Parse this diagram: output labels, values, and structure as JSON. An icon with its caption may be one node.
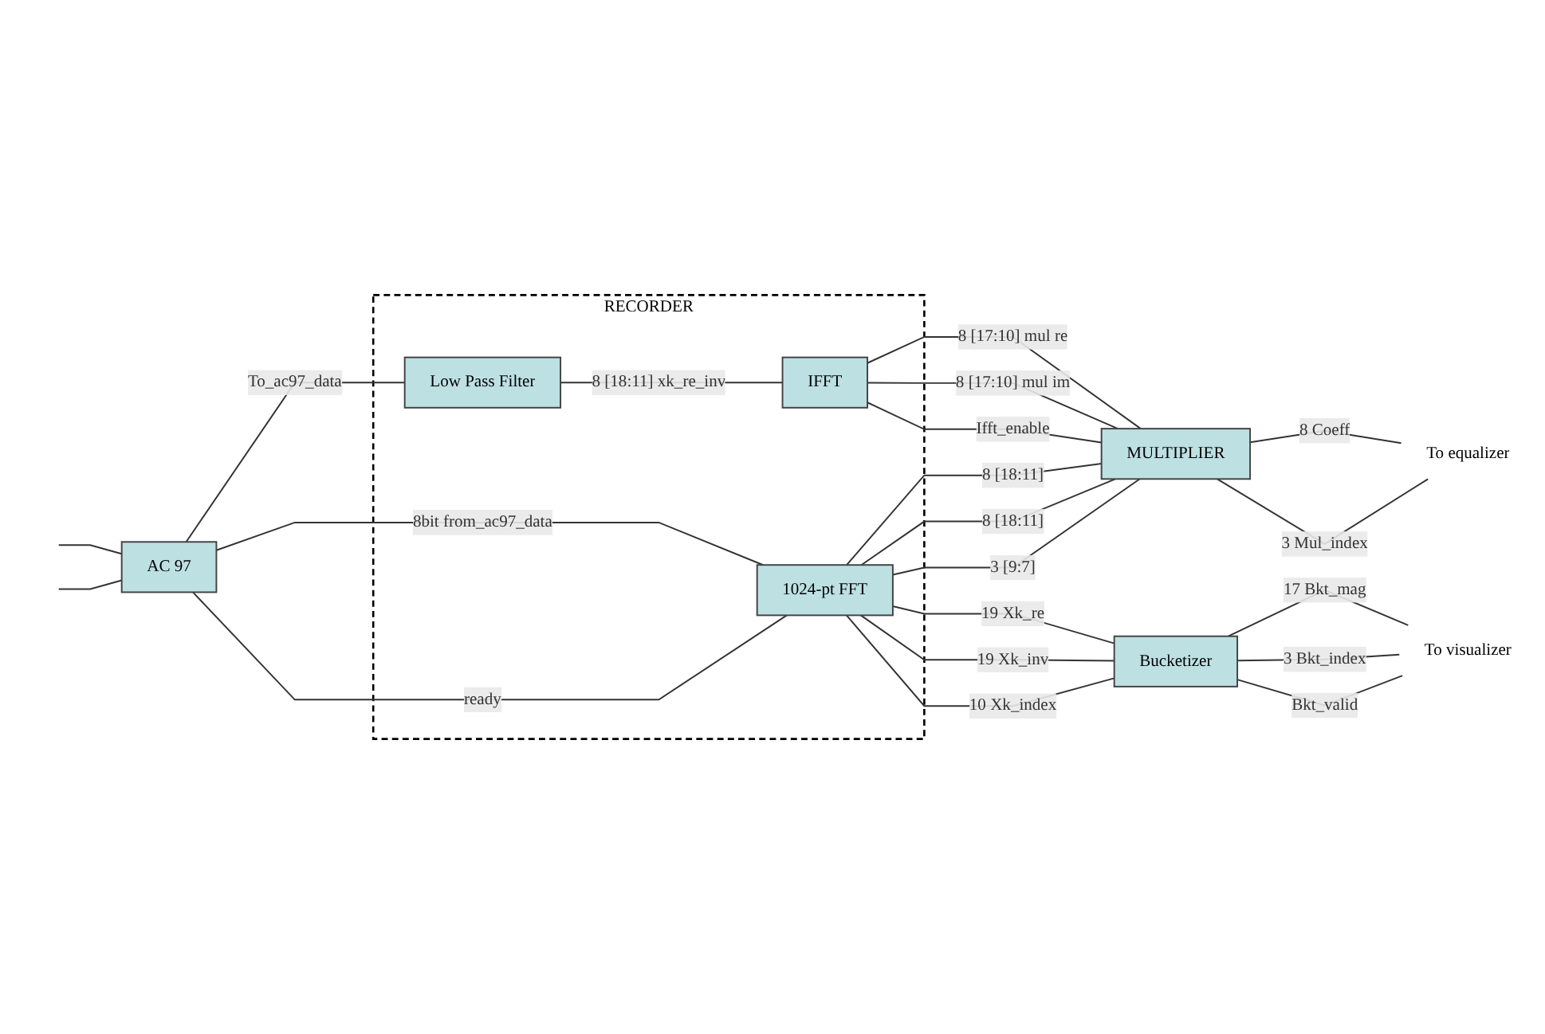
{
  "diagram": {
    "nodes": [
      {
        "text": [
          "RECORDER"
        ]
      },
      {
        "text": [
          "Low Pass Filter"
        ],
        "in": 0
      },
      {
        "text": [
          "IFFT"
        ],
        "in": 0
      },
      {
        "text": [
          "1024-pt FFT"
        ],
        "in": 0
      },
      {
        "text": [
          "AC 97"
        ]
      },
      {
        "text": [
          "MULTIPLIER"
        ]
      },
      {
        "text": [
          "Bucketizer"
        ]
      },
      {
        "text": [
          "To equalizer"
        ]
      },
      {
        "text": [
          "To visualizer"
        ]
      }
    ],
    "edges": [
      {
        "from": null,
        "to": 4,
        "arrow": "none"
      },
      {
        "from": null,
        "to": 4,
        "arrow": "none"
      },
      {
        "from": 4,
        "to": 1,
        "label": "To_ac97_data",
        "arrow": "none"
      },
      {
        "from": 1,
        "to": 2,
        "label": "8 [18:11] xk_re_inv",
        "arrow": "none"
      },
      {
        "from": 2,
        "to": 5,
        "label": "8 [17:10] mul re",
        "arrow": "none"
      },
      {
        "from": 2,
        "to": 5,
        "label": "8 [17:10] mul im",
        "arrow": "none"
      },
      {
        "from": 2,
        "to": 5,
        "label": "Ifft_enable",
        "arrow": "none"
      },
      {
        "from": 4,
        "to": 3,
        "label": "8bit from_ac97_data",
        "arrow": "none"
      },
      {
        "from": 4,
        "to": 3,
        "label": "ready",
        "arrow": "none"
      },
      {
        "from": 3,
        "to": 6,
        "label": "19 Xk_re",
        "arrow": "none"
      },
      {
        "from": 3,
        "to": 6,
        "label": "19 Xk_inv",
        "arrow": "none"
      },
      {
        "from": 3,
        "to": 6,
        "label": "10 Xk_index",
        "arrow": "none"
      },
      {
        "from": 3,
        "to": 5,
        "label": "8 [18:11]",
        "arrow": "none"
      },
      {
        "from": 3,
        "to": 5,
        "label": "8 [18:11]",
        "arrow": "none"
      },
      {
        "from": 3,
        "to": 5,
        "label": "3 [9:7]",
        "arrow": "none"
      },
      {
        "from": 5,
        "to": 7,
        "label": "8 Coeff",
        "arrow": "none"
      },
      {
        "from": 5,
        "to": 7,
        "label": "3 Mul_index",
        "arrow": "none"
      },
      {
        "from": 6,
        "to": 8,
        "label": "17 Bkt_mag",
        "arrow": "none"
      },
      {
        "from": 6,
        "to": 8,
        "label": "3 Bkt_index",
        "arrow": "none"
      },
      {
        "from": 6,
        "to": 8,
        "label": "Bkt_valid",
        "arrow": "none"
      }
    ]
  }
}
